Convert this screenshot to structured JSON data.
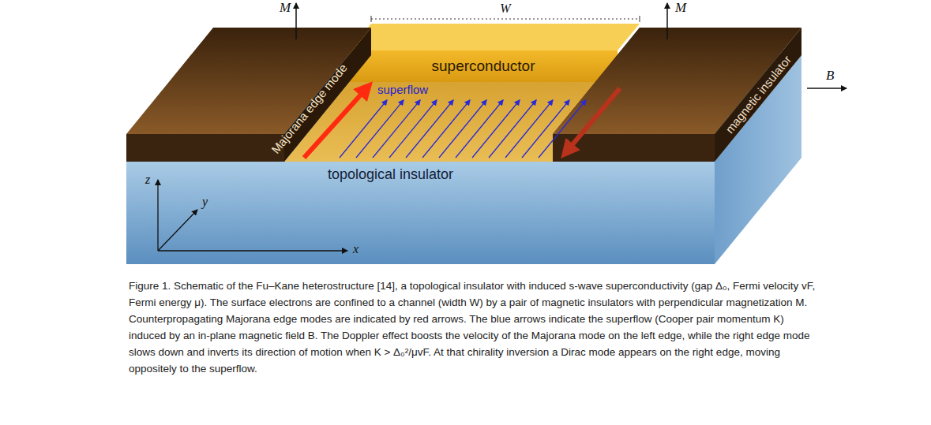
{
  "diagram": {
    "caption": "Figure 1. Schematic of the Fu–Kane heterostructure [14], a topological insulator with induced s-wave superconductivity (gap Δ₀, Fermi velocity vF, Fermi energy μ). The surface electrons are confined to a channel (width W) by a pair of magnetic insulators with perpendicular magnetization M. Counterpropagating Majorana edge modes are indicated by red arrows. The blue arrows indicate the superflow (Cooper pair momentum K) induced by an in-plane magnetic field B. The Doppler effect boosts the velocity of the Majorana mode on the left edge, while the right edge mode slows down and inverts its direction of motion when K > Δ₀²/μvF. At that chirality inversion a Dirac mode appears on the right edge, moving oppositely to the superflow.",
    "nodes": [
      {
        "text": [
          "superconductor"
        ]
      },
      {
        "text": [
          "magnetic insulator"
        ]
      },
      {
        "text": [
          "topological insulator"
        ]
      }
    ],
    "labels": [
      "M",
      "M",
      "W",
      "superflow",
      "Majorana edge mode",
      "B",
      "z",
      "y",
      "x"
    ]
  }
}
